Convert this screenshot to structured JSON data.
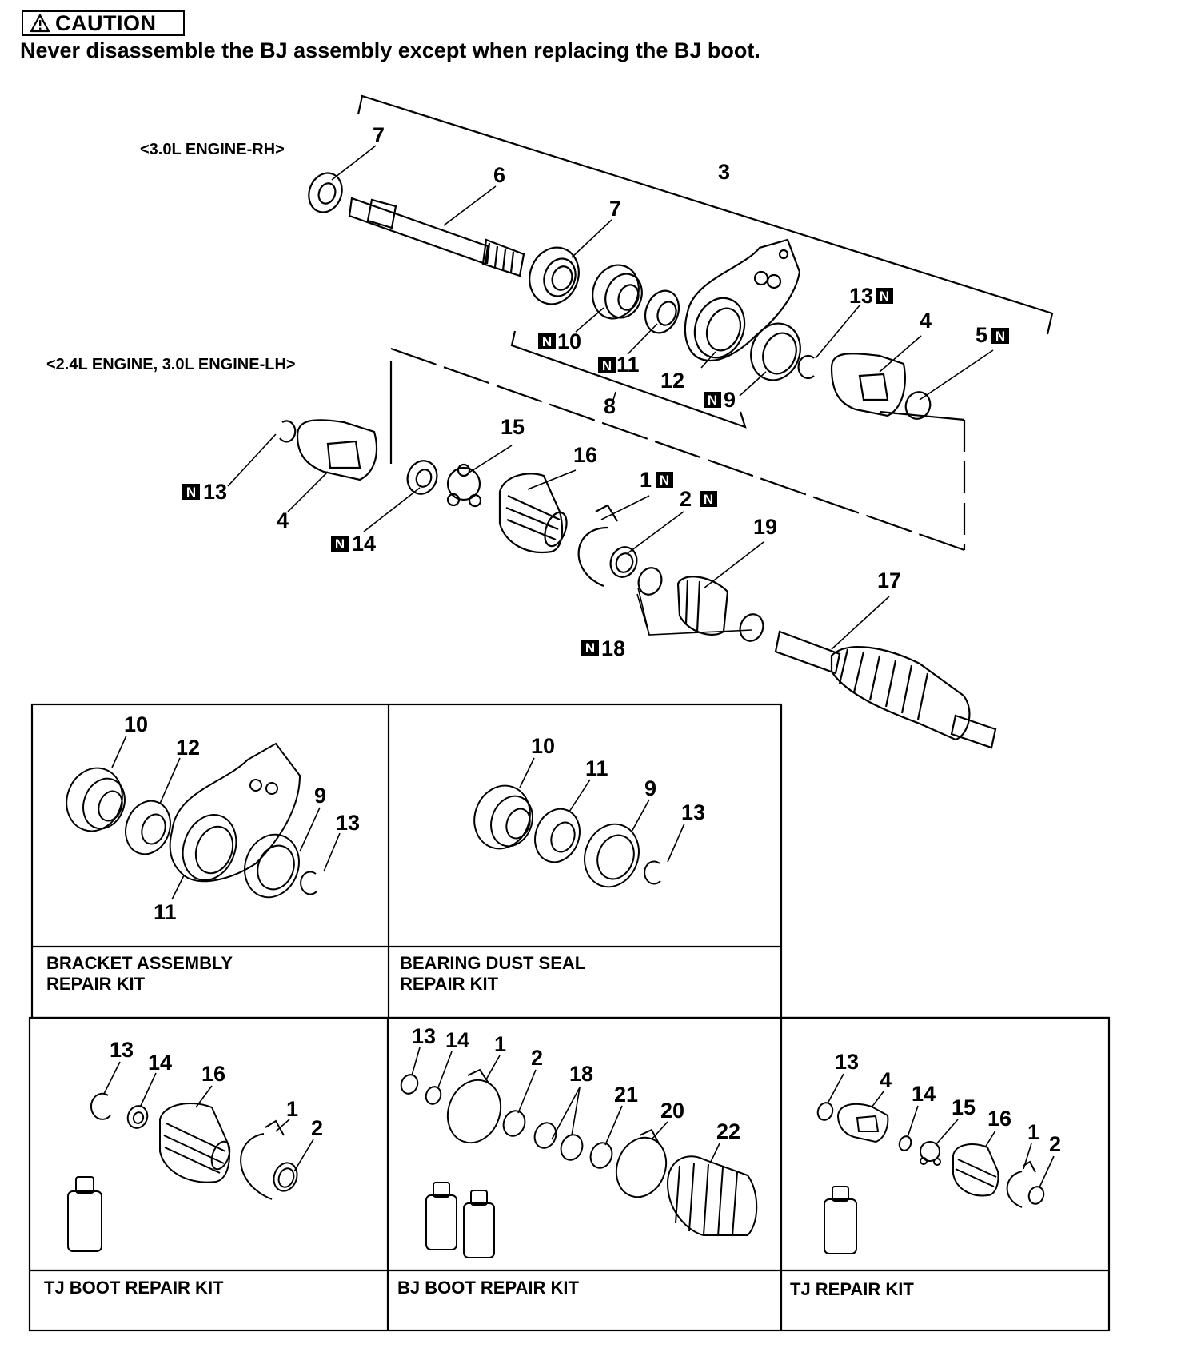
{
  "caution": {
    "title": "CAUTION",
    "message": "Never disassemble the BJ assembly except when replacing the BJ boot."
  },
  "variants": {
    "rh": "<3.0L ENGINE-RH>",
    "lh": "<2.4L ENGINE, 3.0L ENGINE-LH>"
  },
  "new_part_badge": "N",
  "callouts": {
    "c7a": "7",
    "c6": "6",
    "c3": "3",
    "c7b": "7",
    "c13a": "13",
    "c4a": "4",
    "c5": "5",
    "c10": "10",
    "c11": "11",
    "c12": "12",
    "c8": "8",
    "c9": "9",
    "c15": "15",
    "c16": "16",
    "c1": "1",
    "c2": "2",
    "c19": "19",
    "c17": "17",
    "c13b": "13",
    "c4b": "4",
    "c14": "14",
    "c18": "18"
  },
  "kits": {
    "bracket": {
      "label": "BRACKET ASSEMBLY\nREPAIR KIT",
      "callouts": [
        "10",
        "12",
        "9",
        "13",
        "11"
      ]
    },
    "bearing": {
      "label": "BEARING DUST SEAL\nREPAIR KIT",
      "callouts": [
        "10",
        "11",
        "9",
        "13"
      ]
    },
    "tj_boot": {
      "label": "TJ BOOT REPAIR KIT",
      "callouts": [
        "13",
        "14",
        "16",
        "1",
        "2"
      ]
    },
    "bj_boot": {
      "label": "BJ BOOT REPAIR KIT",
      "callouts": [
        "13",
        "14",
        "1",
        "2",
        "18",
        "21",
        "20",
        "22"
      ]
    },
    "tj": {
      "label": "TJ REPAIR KIT",
      "callouts": [
        "13",
        "4",
        "14",
        "15",
        "16",
        "1",
        "2"
      ]
    }
  }
}
